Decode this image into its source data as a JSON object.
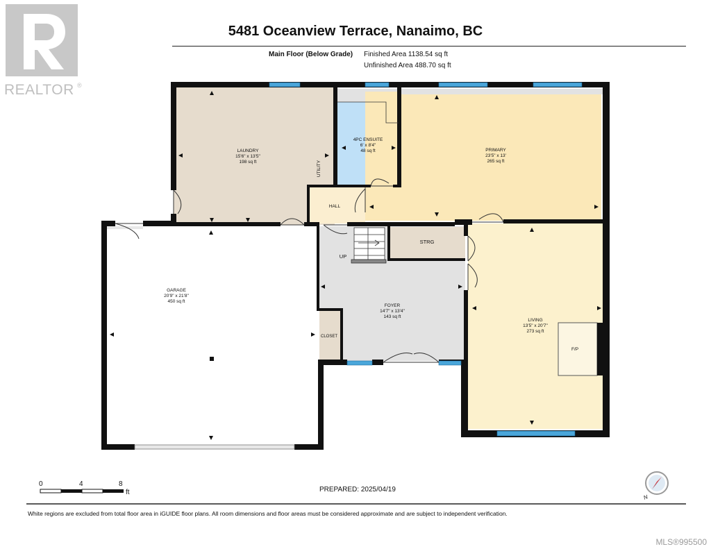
{
  "watermark": {
    "brand": "REALTOR",
    "registered": "®",
    "icon": "realtor-r-logo"
  },
  "header": {
    "address": "5481 Oceanview Terrace, Nanaimo, BC",
    "floor": "Main Floor (Below Grade)",
    "finished_area": "Finished Area 1138.54 sq ft",
    "unfinished_area": "Unfinished Area 488.70 sq ft"
  },
  "rooms": [
    {
      "key": "laundry",
      "name": "LAUNDRY",
      "dims": "15'6\" x 13'5\"",
      "area": "198 sq ft"
    },
    {
      "key": "ensuite",
      "name": "4PC ENSUITE",
      "dims": "6' x 8'4\"",
      "area": "48 sq ft"
    },
    {
      "key": "primary",
      "name": "PRIMARY",
      "dims": "23'5\" x 13'",
      "area": "265 sq ft"
    },
    {
      "key": "garage",
      "name": "GARAGE",
      "dims": "20'9\" x 21'8\"",
      "area": "450 sq ft"
    },
    {
      "key": "foyer",
      "name": "FOYER",
      "dims": "14'7\" x 13'4\"",
      "area": "143 sq ft"
    },
    {
      "key": "living",
      "name": "LIVING",
      "dims": "13'5\" x 20'7\"",
      "area": "273 sq ft"
    }
  ],
  "labels": {
    "utility": "UTILITY",
    "hall": "HALL",
    "strg": "STRG",
    "up": "UP",
    "closet": "CLOSET",
    "fp": "F/P"
  },
  "scale": {
    "ticks": [
      "0",
      "4",
      "8"
    ],
    "unit": "ft"
  },
  "prepared": "PREPARED: 2025/04/19",
  "compass": {
    "label": "N",
    "icon": "compass-icon"
  },
  "footer": "White regions are excluded from total floor area in iGUIDE floor plans. All room dimensions and floor areas must be considered approximate and are subject to independent verification.",
  "mls": "MLS®995500",
  "colors": {
    "laundry": "#e6dccd",
    "ensuite": "#bfe0f7",
    "primary": "#fbe8b8",
    "living": "#fcf1cd",
    "hall": "#fbeed0",
    "strg": "#e6dccd",
    "closet": "#e6dccd",
    "foyer": "#e2e2e2",
    "garage": "#ffffff",
    "wall": "#111111",
    "window": "#4aa6da"
  }
}
